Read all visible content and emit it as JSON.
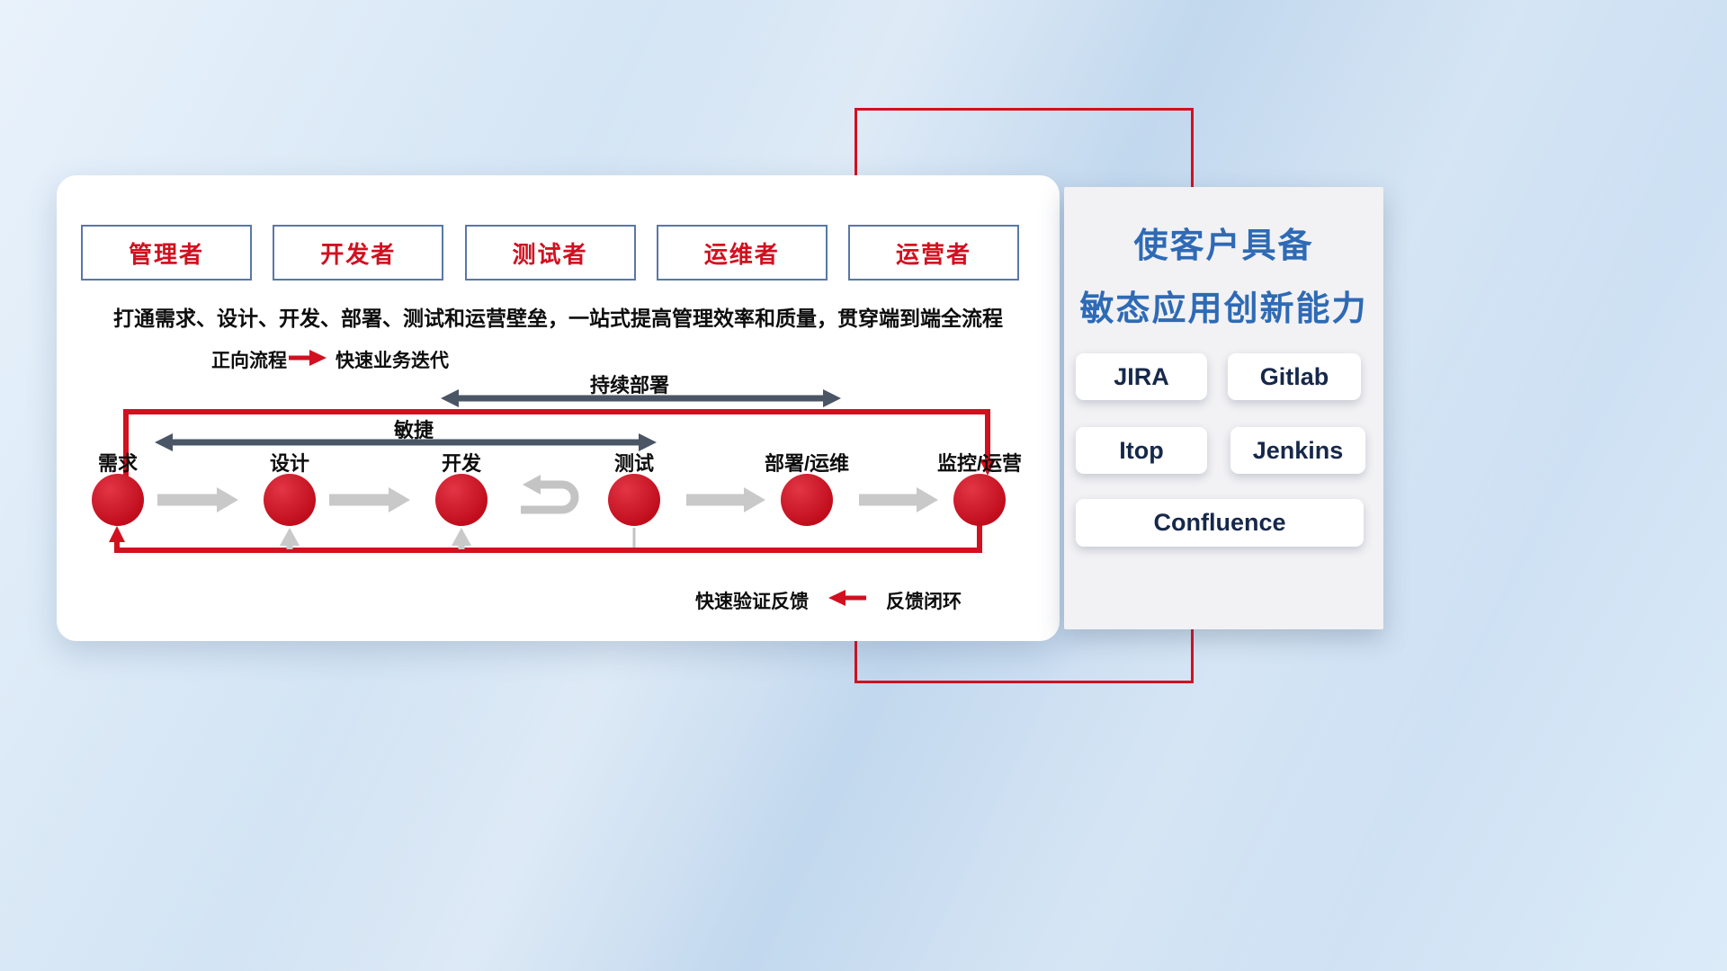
{
  "roles": [
    "管理者",
    "开发者",
    "测试者",
    "运维者",
    "运营者"
  ],
  "banner": "打通需求、设计、开发、部署、测试和运营壁垒，一站式提高管理效率和质量，贯穿端到端全流程",
  "legend_forward": {
    "label": "正向流程",
    "desc": "快速业务迭代"
  },
  "legend_feedback": {
    "label": "快速验证反馈",
    "desc": "反馈闭环"
  },
  "span_arrows": {
    "agile": "敏捷",
    "continuous_deploy": "持续部署"
  },
  "stages": [
    "需求",
    "设计",
    "开发",
    "测试",
    "部署/运维",
    "监控/运营"
  ],
  "panel": {
    "title_line1": "使客户具备",
    "title_line2": "敏态应用创新能力",
    "tools": [
      "JIRA",
      "Gitlab",
      "Itop",
      "Jenkins",
      "Confluence"
    ]
  },
  "colors": {
    "accent_red": "#d2101f",
    "title_blue": "#2e6ab5",
    "dark_arrow": "#4a5565",
    "gray_arrow": "#c9c9c9"
  }
}
